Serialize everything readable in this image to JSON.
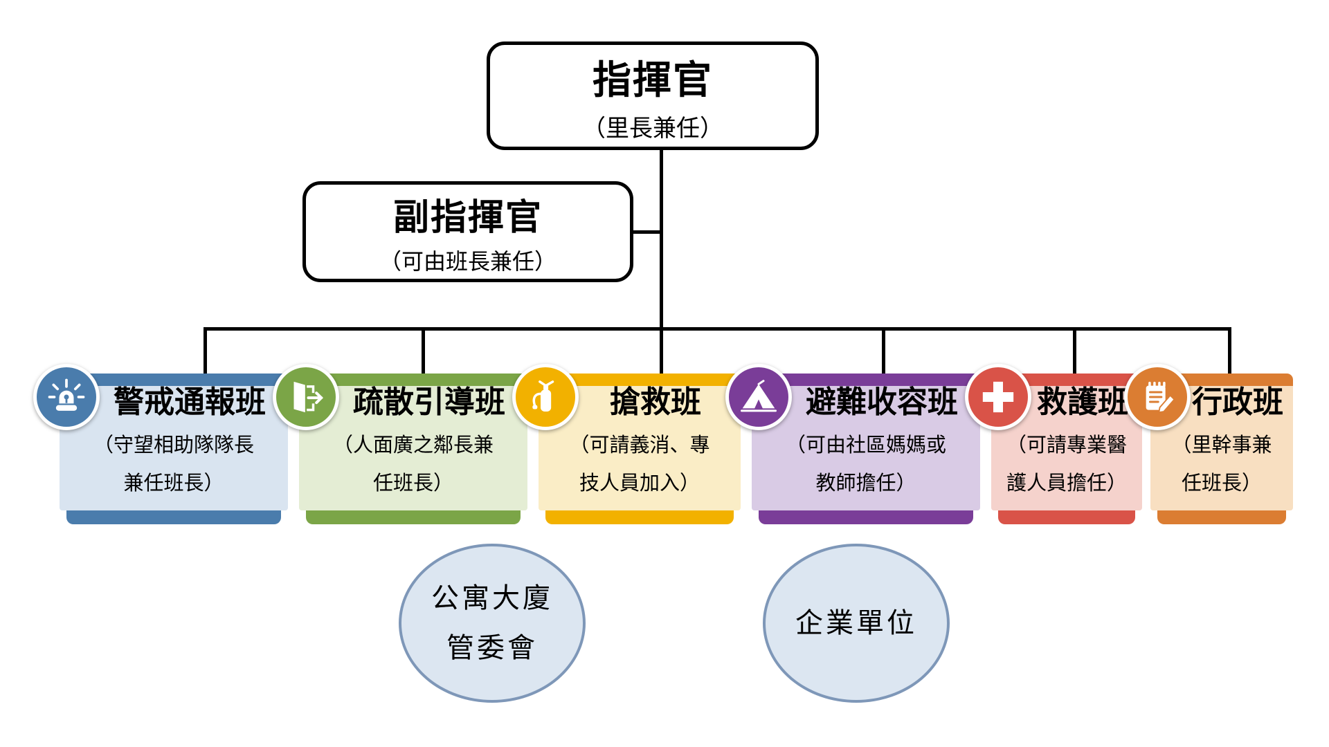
{
  "commander": {
    "title": "指揮官",
    "subtitle": "（里長兼任）"
  },
  "deputy_commander": {
    "title": "副指揮官",
    "subtitle": "（可由班長兼任）"
  },
  "departments": [
    {
      "title": "警戒通報班",
      "subtitle_line1": "（守望相助隊隊長",
      "subtitle_line2": "兼任班長）",
      "icon": "siren-icon",
      "bar_color": "#4A7CAC",
      "body_color": "#D9E4F0"
    },
    {
      "title": "疏散引導班",
      "subtitle_line1": "（人面廣之鄰長兼",
      "subtitle_line2": "任班長）",
      "icon": "exit-door-icon",
      "bar_color": "#7BA547",
      "body_color": "#E4EDD4"
    },
    {
      "title": "搶救班",
      "subtitle_line1": "（可請義消、專",
      "subtitle_line2": "技人員加入）",
      "icon": "fire-extinguisher-icon",
      "bar_color": "#F2B100",
      "body_color": "#FAEDC6"
    },
    {
      "title": "避難收容班",
      "subtitle_line1": "（可由社區媽媽或",
      "subtitle_line2": "教師擔任）",
      "icon": "tent-icon",
      "bar_color": "#7A3D98",
      "body_color": "#D9CBE5"
    },
    {
      "title": "救護班",
      "subtitle_line1": "（可請專業醫",
      "subtitle_line2": "護人員擔任）",
      "icon": "medical-cross-icon",
      "bar_color": "#D95348",
      "body_color": "#F5D2CC"
    },
    {
      "title": "行政班",
      "subtitle_line1": "（里幹事兼",
      "subtitle_line2": "任班長）",
      "icon": "notepad-pencil-icon",
      "bar_color": "#DB7D32",
      "body_color": "#F8DFC1"
    }
  ],
  "support_units": [
    {
      "line1": "公寓大廈",
      "line2": "管委會",
      "fill": "#DCE6F1",
      "border": "#7E97B8"
    },
    {
      "line1": "企業單位",
      "fill": "#DCE6F1",
      "border": "#7E97B8"
    }
  ],
  "colors": {
    "connector": "#000000",
    "node_border": "#000000",
    "node_fill": "#FFFFFF"
  }
}
